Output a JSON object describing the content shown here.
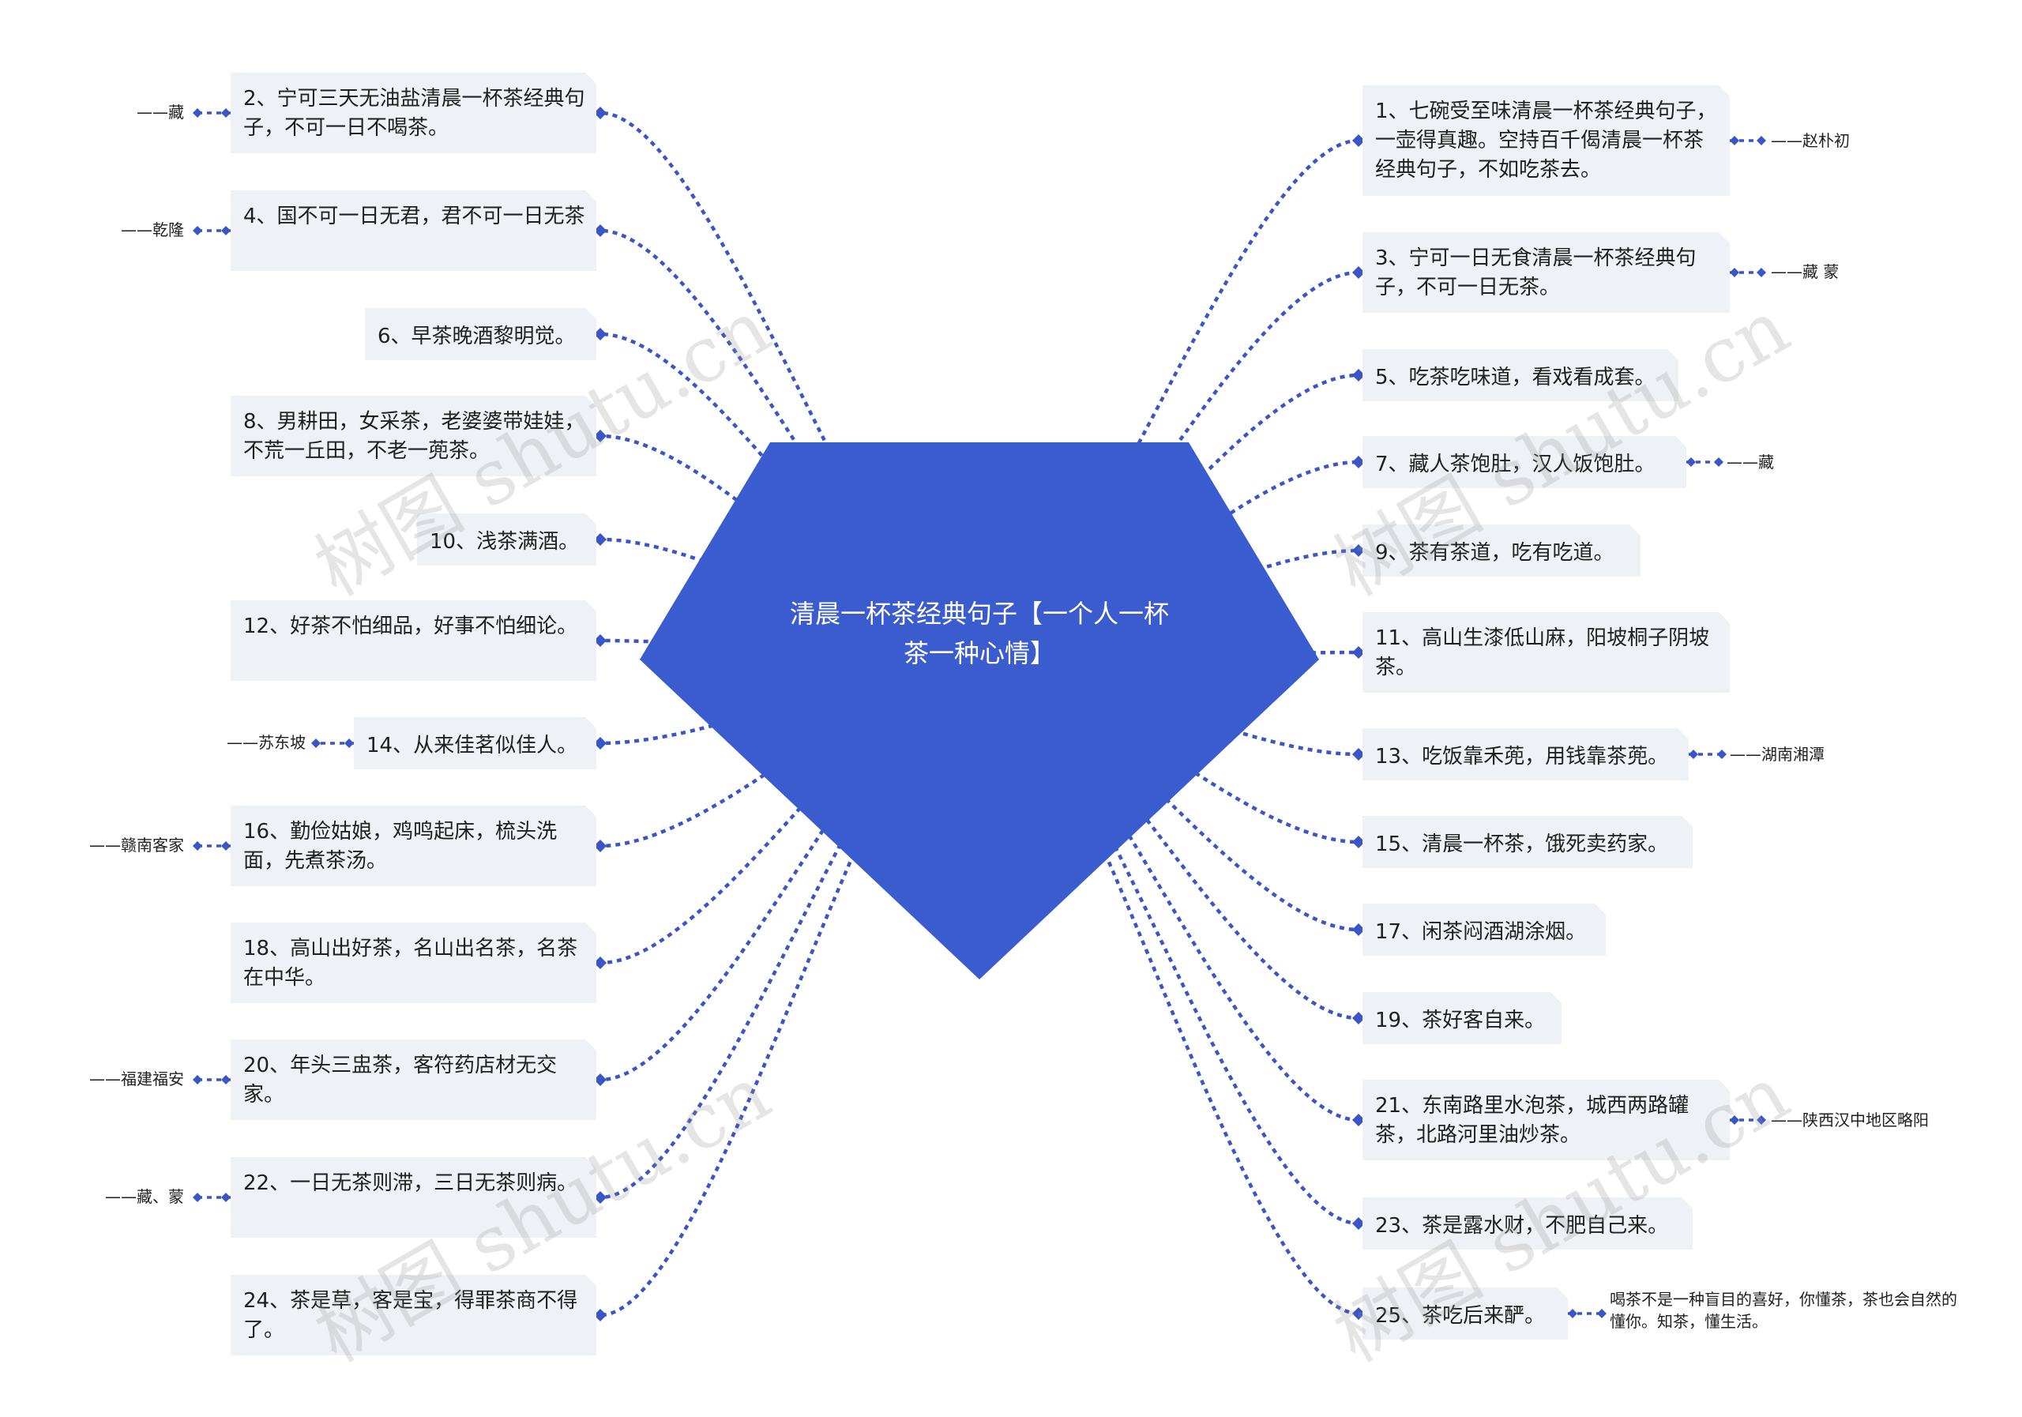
{
  "center": {
    "title": "清晨一杯茶经典句子【一个人一杯茶一种心情】",
    "fill": "#3a5cce"
  },
  "colors": {
    "node_bg": "#eef1f5",
    "link": "#3a56c6",
    "text": "#1f1f1f"
  },
  "left_nodes": [
    {
      "text": "2、宁可三天无油盐清晨一杯茶经典句子，不可一日不喝茶。",
      "note": "——藏"
    },
    {
      "text": "4、国不可一日无君，君不可一日无茶",
      "note": "——乾隆"
    },
    {
      "text": "6、早茶晚酒黎明觉。",
      "note": ""
    },
    {
      "text": "8、男耕田，女采茶，老婆婆带娃娃，不荒一丘田，不老一蔸茶。",
      "note": ""
    },
    {
      "text": "10、浅茶满酒。",
      "note": ""
    },
    {
      "text": "12、好茶不怕细品，好事不怕细论。",
      "note": ""
    },
    {
      "text": "14、从来佳茗似佳人。",
      "note": "——苏东坡"
    },
    {
      "text": "16、勤俭姑娘，鸡鸣起床，梳头洗面，先煮茶汤。",
      "note": "——赣南客家"
    },
    {
      "text": "18、高山出好茶，名山出名茶，名茶在中华。",
      "note": ""
    },
    {
      "text": "20、年头三盅茶，客符药店材无交家。",
      "note": "——福建福安"
    },
    {
      "text": "22、一日无茶则滞，三日无茶则病。",
      "note": "——藏、蒙"
    },
    {
      "text": "24、茶是草，客是宝，得罪茶商不得了。",
      "note": ""
    }
  ],
  "right_nodes": [
    {
      "text": "1、七碗受至味清晨一杯茶经典句子，一壶得真趣。空持百千偈清晨一杯茶经典句子，不如吃茶去。",
      "note": "——赵朴初"
    },
    {
      "text": "3、宁可一日无食清晨一杯茶经典句子，不可一日无茶。",
      "note": "——藏 蒙"
    },
    {
      "text": "5、吃茶吃味道，看戏看成套。",
      "note": ""
    },
    {
      "text": "7、藏人茶饱肚，汉人饭饱肚。",
      "note": "——藏"
    },
    {
      "text": "9、茶有茶道，吃有吃道。",
      "note": ""
    },
    {
      "text": "11、高山生漆低山麻，阳坡桐子阴坡茶。",
      "note": ""
    },
    {
      "text": "13、吃饭靠禾蔸，用钱靠茶蔸。",
      "note": "——湖南湘潭"
    },
    {
      "text": "15、清晨一杯茶，饿死卖药家。",
      "note": ""
    },
    {
      "text": "17、闲茶闷酒湖涂烟。",
      "note": ""
    },
    {
      "text": "19、茶好客自来。",
      "note": ""
    },
    {
      "text": "21、东南路里水泡茶，城西两路罐茶，北路河里油炒茶。",
      "note": "——陕西汉中地区略阳"
    },
    {
      "text": "23、茶是露水财，不肥自己来。",
      "note": ""
    },
    {
      "text": "25、茶吃后来酽。",
      "note": "喝茶不是一种盲目的喜好，你懂茶，茶也会自然的懂你。知茶，懂生活。"
    }
  ],
  "watermark": "树图 shutu.cn"
}
